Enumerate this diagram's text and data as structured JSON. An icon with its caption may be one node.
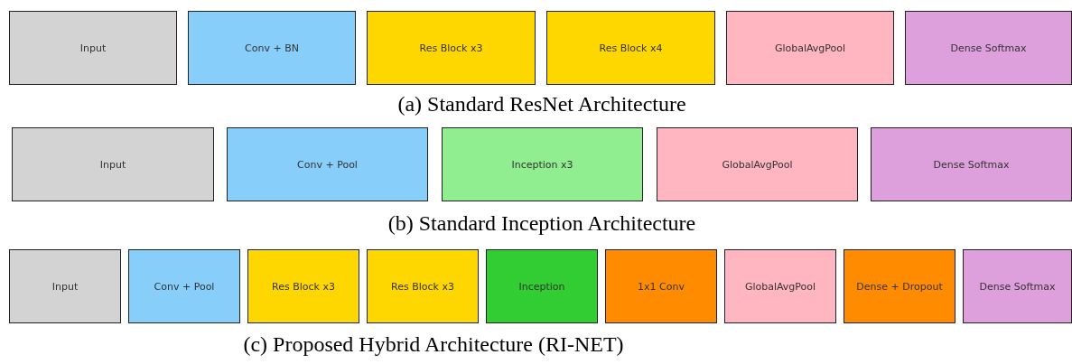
{
  "diagram": {
    "nodes": [
      {
        "text": [
          "Input"
        ]
      },
      {
        "text": [
          "Conv + BN"
        ]
      },
      {
        "text": [
          "Res Block x3"
        ]
      },
      {
        "text": [
          "Res Block x4"
        ]
      },
      {
        "text": [
          "GlobalAvgPool"
        ]
      },
      {
        "text": [
          "Dense Softmax"
        ]
      },
      {
        "text": [
          "Input"
        ]
      },
      {
        "text": [
          "Conv + Pool"
        ]
      },
      {
        "text": [
          "Inception x3"
        ]
      },
      {
        "text": [
          "GlobalAvgPool"
        ]
      },
      {
        "text": [
          "Dense Softmax"
        ]
      },
      {
        "text": [
          "Input"
        ]
      },
      {
        "text": [
          "Conv + Pool"
        ]
      },
      {
        "text": [
          "Res Block x3"
        ]
      },
      {
        "text": [
          "Res Block x3"
        ]
      },
      {
        "text": [
          "Inception"
        ]
      },
      {
        "text": [
          "1x1 Conv"
        ]
      },
      {
        "text": [
          "GlobalAvgPool"
        ]
      },
      {
        "text": [
          "Dense + Dropout"
        ]
      },
      {
        "text": [
          "Dense Softmax"
        ]
      }
    ],
    "labels": [
      "(a) Standard ResNet Architecture",
      "(b) Standard Inception Architecture",
      "(c) Proposed Hybrid Architecture (RI-NET)"
    ]
  }
}
